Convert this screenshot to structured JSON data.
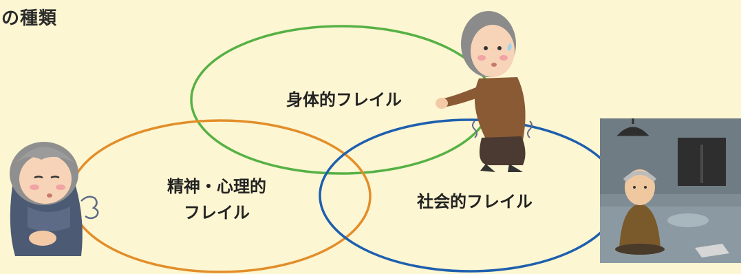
{
  "title": "の種類",
  "sets": [
    {
      "id": "physical",
      "label_lines": [
        "身体的フレイル"
      ],
      "color": "#56b145"
    },
    {
      "id": "mental",
      "label_lines": [
        "精神・心理的",
        "フレイル"
      ],
      "color": "#e28e2a"
    },
    {
      "id": "social",
      "label_lines": [
        "社会的フレイル"
      ],
      "color": "#1e5fae"
    }
  ],
  "illustrations": [
    {
      "name": "elderly-man-trembling-illustration",
      "depicts": "trembling elderly man"
    },
    {
      "name": "elderly-woman-sighing-illustration",
      "depicts": "sighing elderly woman"
    },
    {
      "name": "elderly-man-alone-room-illustration",
      "depicts": "elderly man sitting alone in a dim room"
    }
  ]
}
